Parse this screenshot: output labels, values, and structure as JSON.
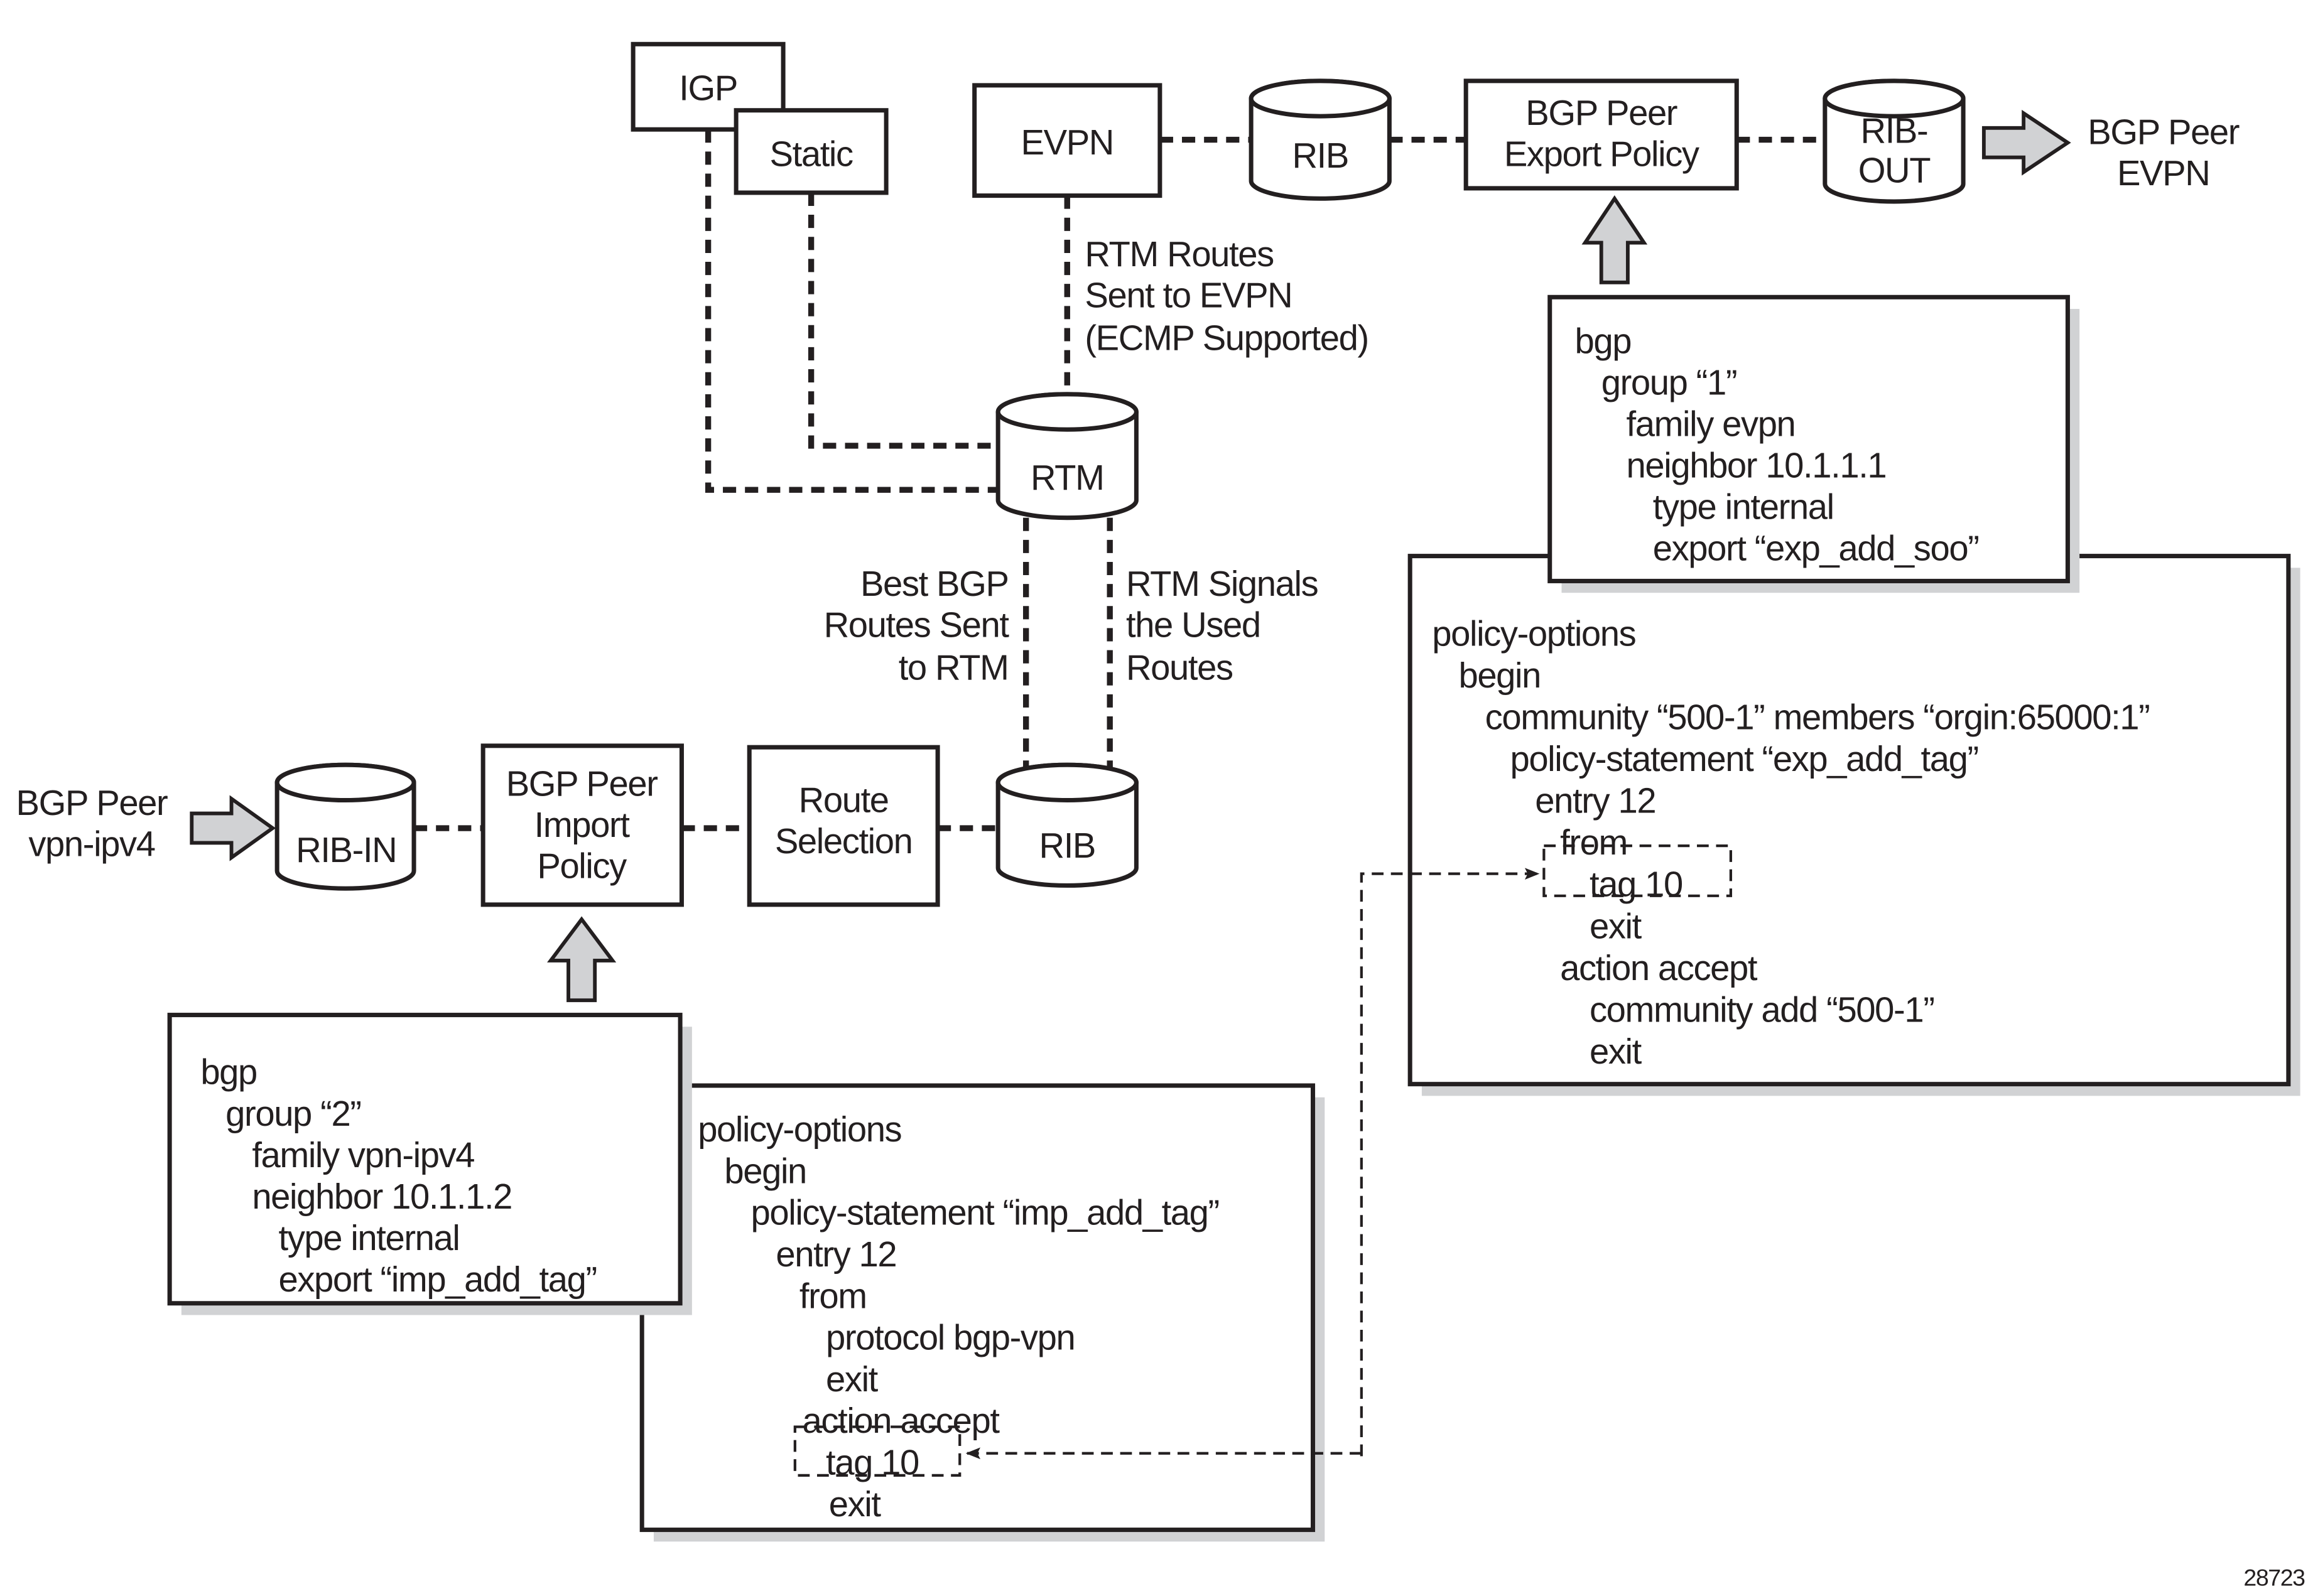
{
  "nodes": {
    "igp": "IGP",
    "static": "Static",
    "evpn": "EVPN",
    "rib_top": "RIB",
    "export_policy": [
      "BGP Peer",
      "Export Policy"
    ],
    "rib_out": [
      "RIB-",
      "OUT"
    ],
    "peer_evpn": [
      "BGP Peer",
      "EVPN"
    ],
    "rtm": "RTM",
    "rib_bottom": "RIB",
    "route_selection": [
      "Route",
      "Selection"
    ],
    "import_policy": [
      "BGP Peer",
      "Import",
      "Policy"
    ],
    "rib_in": "RIB-IN",
    "peer_vpn": [
      "BGP Peer",
      "vpn-ipv4"
    ]
  },
  "labels": {
    "rtm_to_evpn": [
      "RTM Routes",
      "Sent to EVPN",
      "(ECMP Supported)"
    ],
    "best_bgp": [
      "Best BGP",
      "Routes Sent",
      "to RTM"
    ],
    "rtm_signals": [
      "RTM Signals",
      "the Used",
      "Routes"
    ]
  },
  "config": {
    "export_bgp": [
      "bgp",
      "group “1”",
      "family evpn",
      "neighbor 10.1.1.1",
      "type internal",
      "export “exp_add_soo”"
    ],
    "export_policy": [
      "policy-options",
      "begin",
      "community “500-1” members “orgin:65000:1”",
      "policy-statement “exp_add_tag”",
      "entry 12",
      "from",
      "tag 10",
      "exit",
      "action accept",
      "community add “500-1”",
      "exit"
    ],
    "import_bgp": [
      "bgp",
      "group “2”",
      "family vpn-ipv4",
      "neighbor 10.1.1.2",
      "type internal",
      "export “imp_add_tag”"
    ],
    "import_policy": [
      "policy-options",
      "begin",
      "policy-statement “imp_add_tag”",
      "entry 12",
      "from",
      "protocol bgp-vpn",
      "exit",
      "action accept",
      "tag 10",
      "exit"
    ]
  },
  "figure_id": "28723",
  "colors": {
    "line": "#231f20",
    "shadow": "#d1d2d4",
    "arrow_fill": "#d1d2d4"
  }
}
